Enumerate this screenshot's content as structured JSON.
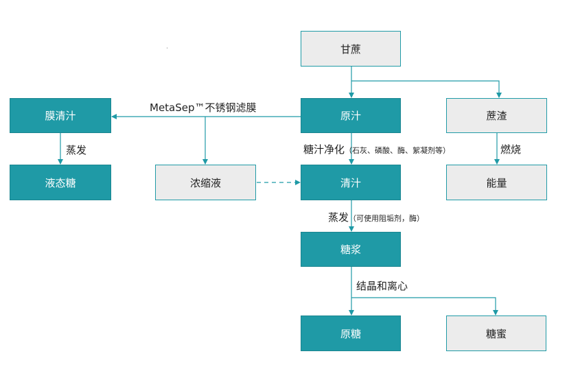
{
  "nodes": {
    "sugarcane": "甘蔗",
    "raw_juice": "原汁",
    "bagasse": "蔗渣",
    "membrane_juice": "膜清汁",
    "clear_juice": "清汁",
    "energy": "能量",
    "liquid_sugar": "液态糖",
    "concentrate": "浓缩液",
    "syrup": "糖浆",
    "raw_sugar": "原糖",
    "molasses": "糖蜜"
  },
  "edges": {
    "metasep": "MetaSep™不锈钢滤膜",
    "purify": "糖汁净化",
    "purify_note": "（石灰、磷酸、酶、絮凝剂等）",
    "evaporate_left": "蒸发",
    "combustion": "燃烧",
    "evaporate_main": "蒸发",
    "evaporate_note": "（可使用阻垢剂，酶）",
    "crystallize": "结晶和离心"
  },
  "colors": {
    "teal": "#1f9aa6",
    "grey": "#ececec",
    "line": "#1f9aa6"
  }
}
